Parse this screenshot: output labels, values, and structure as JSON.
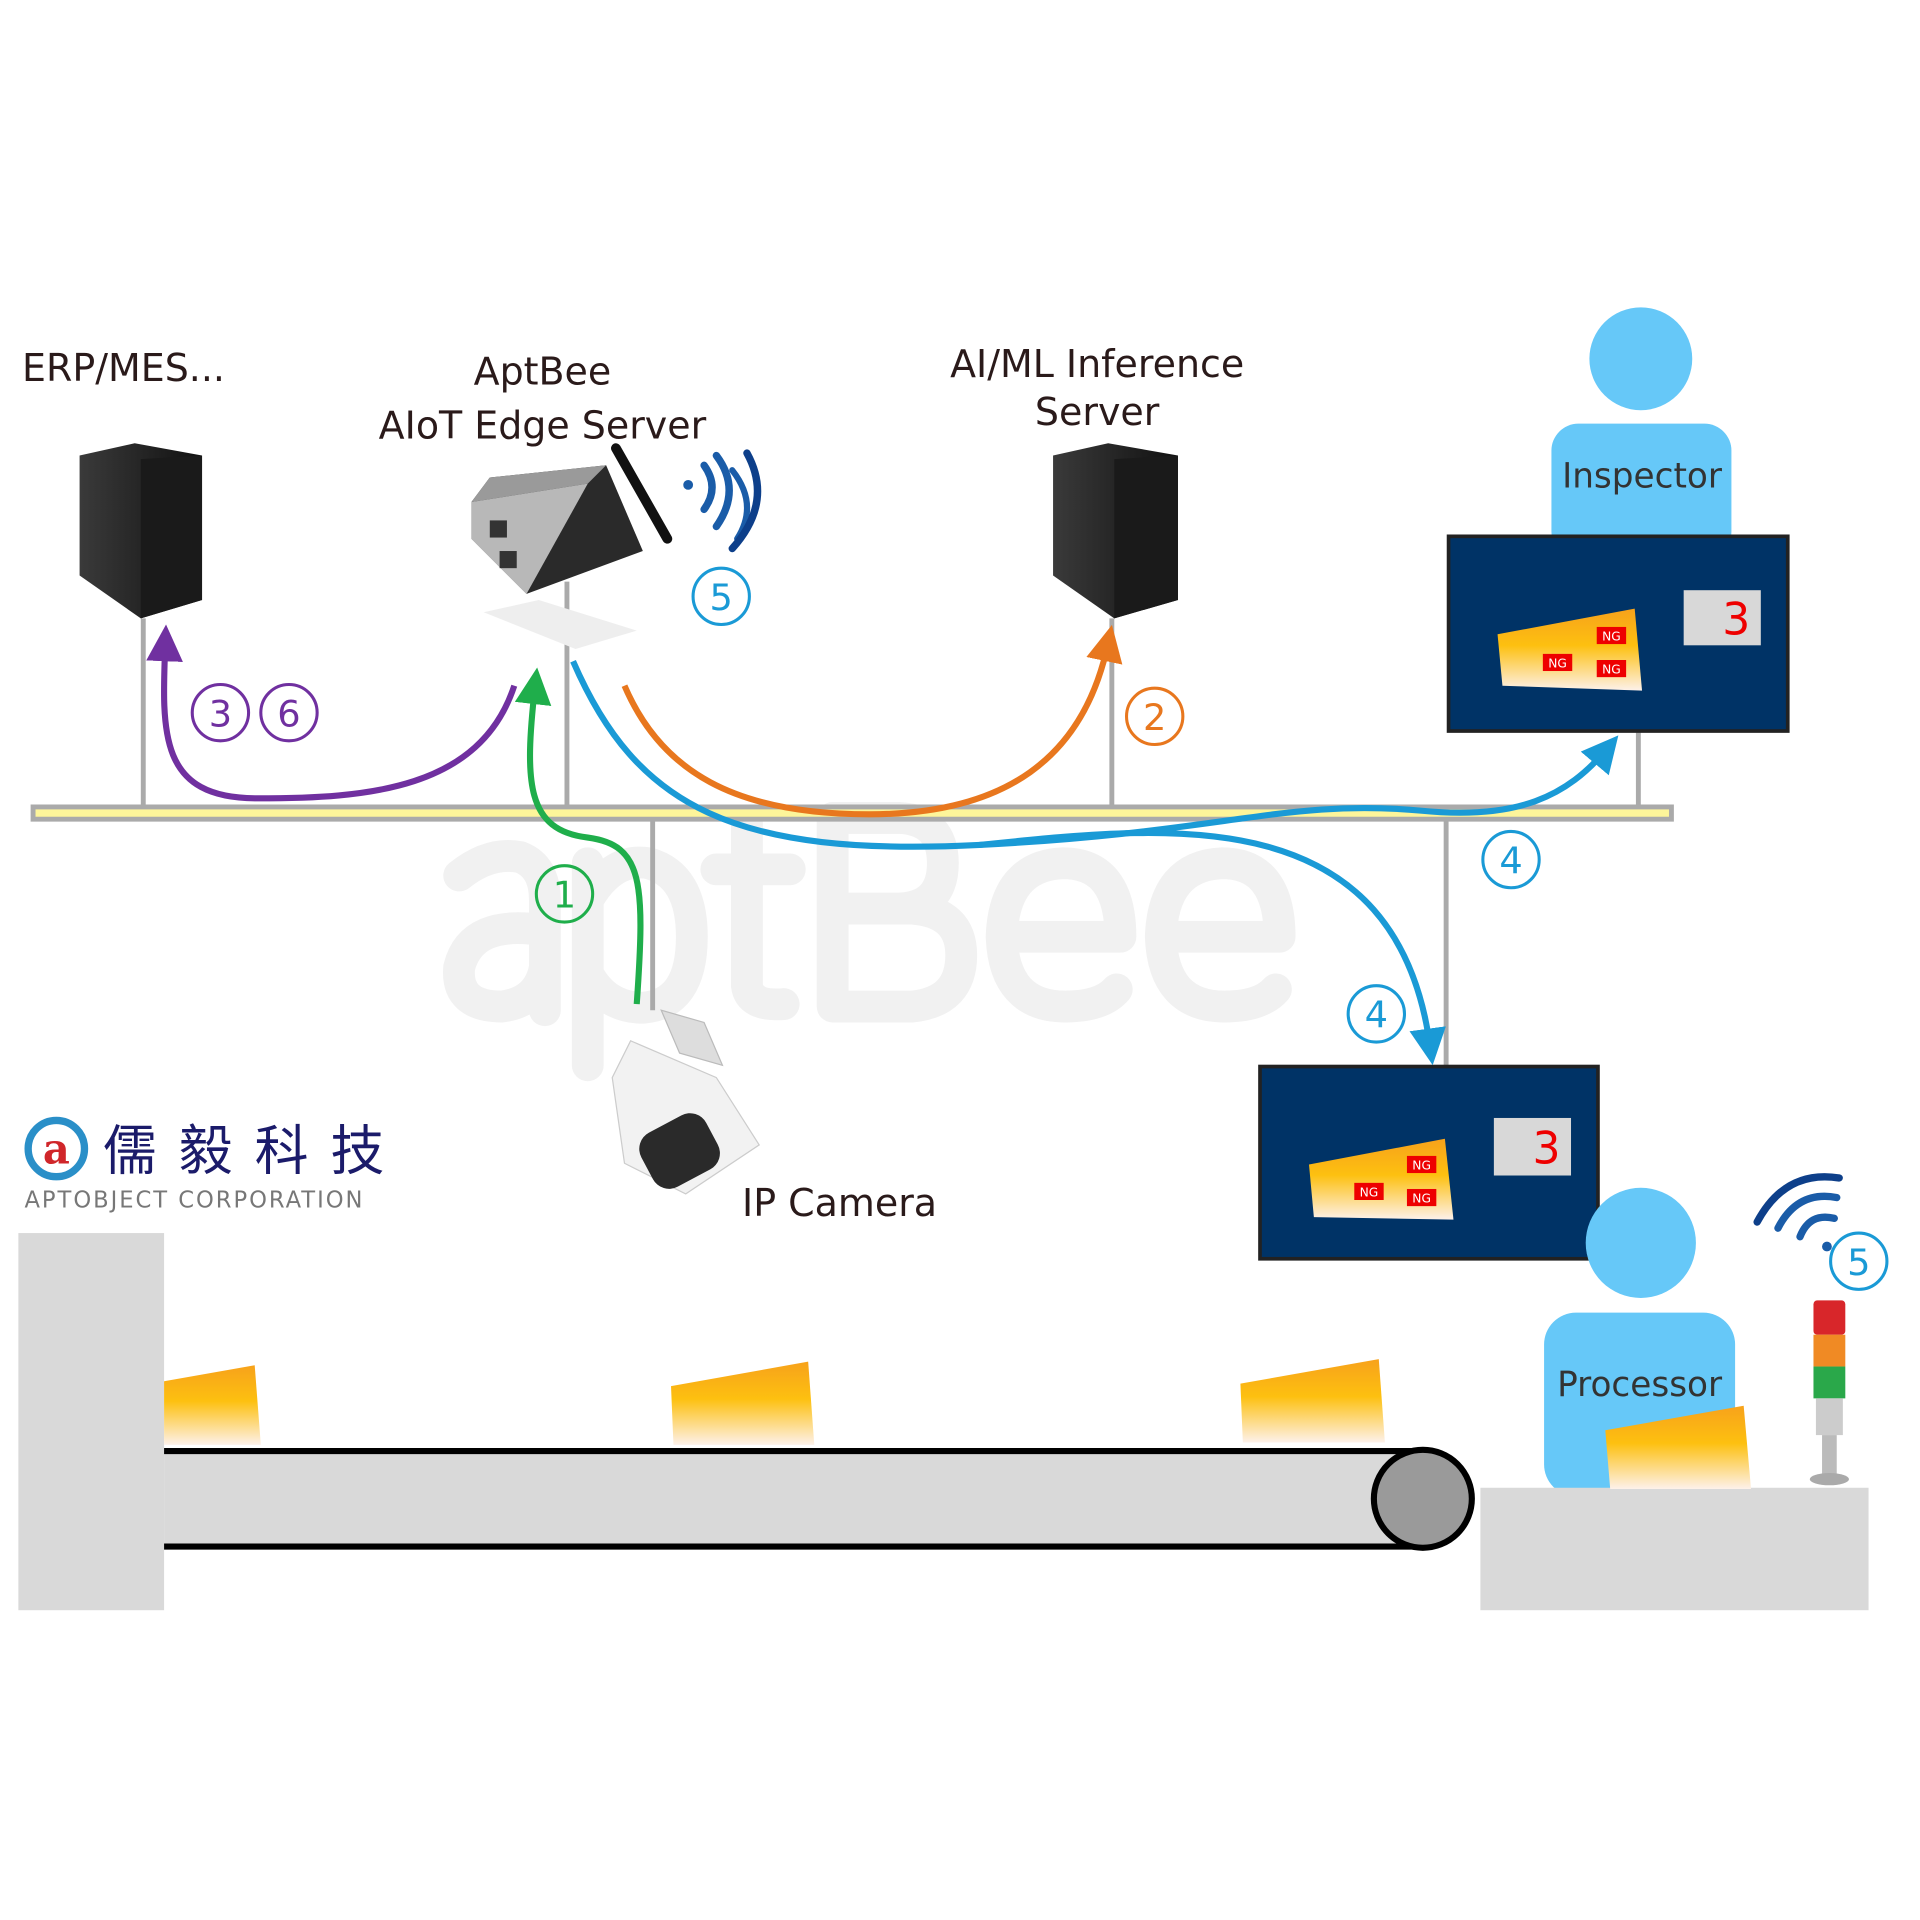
{
  "watermark": "aptBee",
  "nodes": {
    "erp": "ERP/MES...",
    "edge_line1": "AptBee",
    "edge_line2": "AIoT Edge Server",
    "ai_line1": "AI/ML Inference",
    "ai_line2": "Server",
    "camera": "IP Camera",
    "inspector": "Inspector",
    "processor": "Processor"
  },
  "monitors": [
    {
      "count": "3",
      "tags": [
        "NG",
        "NG",
        "NG"
      ]
    },
    {
      "count": "3",
      "tags": [
        "NG",
        "NG",
        "NG"
      ]
    }
  ],
  "steps": {
    "s1": "1",
    "s2": "2",
    "s3": "3",
    "s4a": "4",
    "s4b": "4",
    "s5a": "5",
    "s5b": "5",
    "s6": "6"
  },
  "logo": {
    "chinese": "儒毅科技",
    "english": "APTOBJECT CORPORATION",
    "mark": "a"
  },
  "colors": {
    "step1": "#1fae4b",
    "step2": "#e8771e",
    "step3_6": "#7030a0",
    "step4_5": "#1a9ad6",
    "person": "#66c8f8",
    "monitor": "#003366",
    "bus": "#fdf59a"
  }
}
